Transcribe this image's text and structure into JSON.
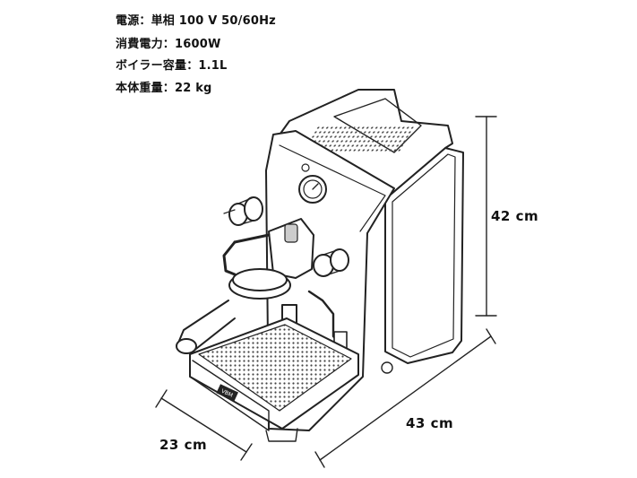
{
  "specs": {
    "power": "電源：単相 100 V 50/60Hz",
    "consumption": "消費電力：1600W",
    "boiler": "ボイラー容量：1.1L",
    "weight": "本体重量：22 kg"
  },
  "dimensions": {
    "height": "42 cm",
    "depth": "43 cm",
    "width": "23 cm"
  },
  "brand_badge": "VBM"
}
